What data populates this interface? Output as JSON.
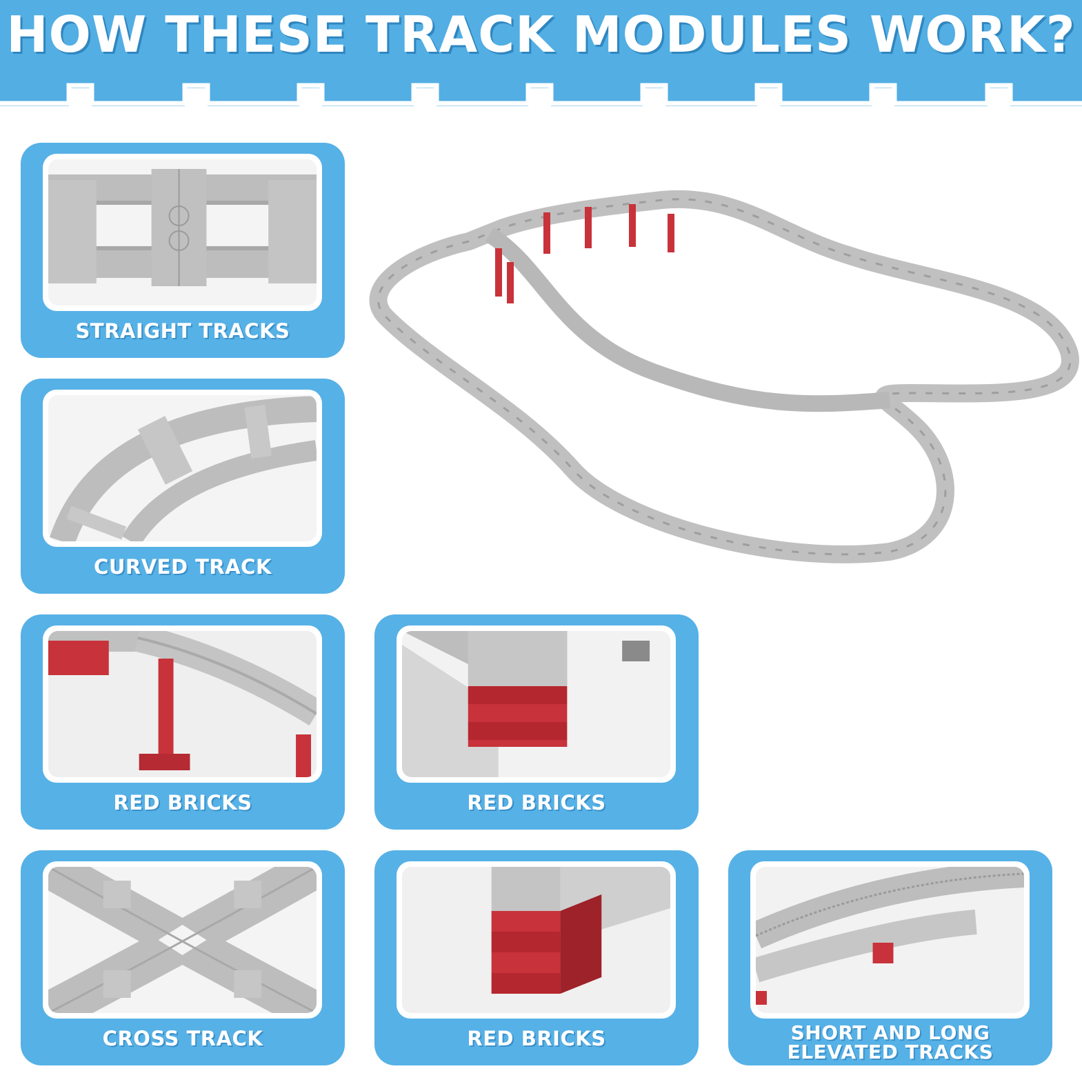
{
  "header": {
    "title": "HOW THESE TRACK MODULES WORK?"
  },
  "colors": {
    "panel_blue": "#56b1e6",
    "header_blue": "#52aee3",
    "track_gray": "#bdbdbd",
    "brick_red": "#c8323a"
  },
  "cards": [
    {
      "label": "STRAIGHT TRACKS",
      "icon": "straight-track-photo"
    },
    {
      "label": "CURVED TRACK",
      "icon": "curved-track-photo"
    },
    {
      "label": "RED BRICKS",
      "icon": "red-pillar-photo"
    },
    {
      "label": "RED BRICKS",
      "icon": "red-brick-stack-photo"
    },
    {
      "label": "CROSS TRACK",
      "icon": "cross-track-photo"
    },
    {
      "label": "RED BRICKS",
      "icon": "red-brick-base-photo"
    },
    {
      "label_line1": "SHORT AND LONG",
      "label_line2": "ELEVATED TRACKS",
      "icon": "elevated-track-photo"
    }
  ],
  "main_image": {
    "icon": "figure-eight-track-layout-photo"
  }
}
